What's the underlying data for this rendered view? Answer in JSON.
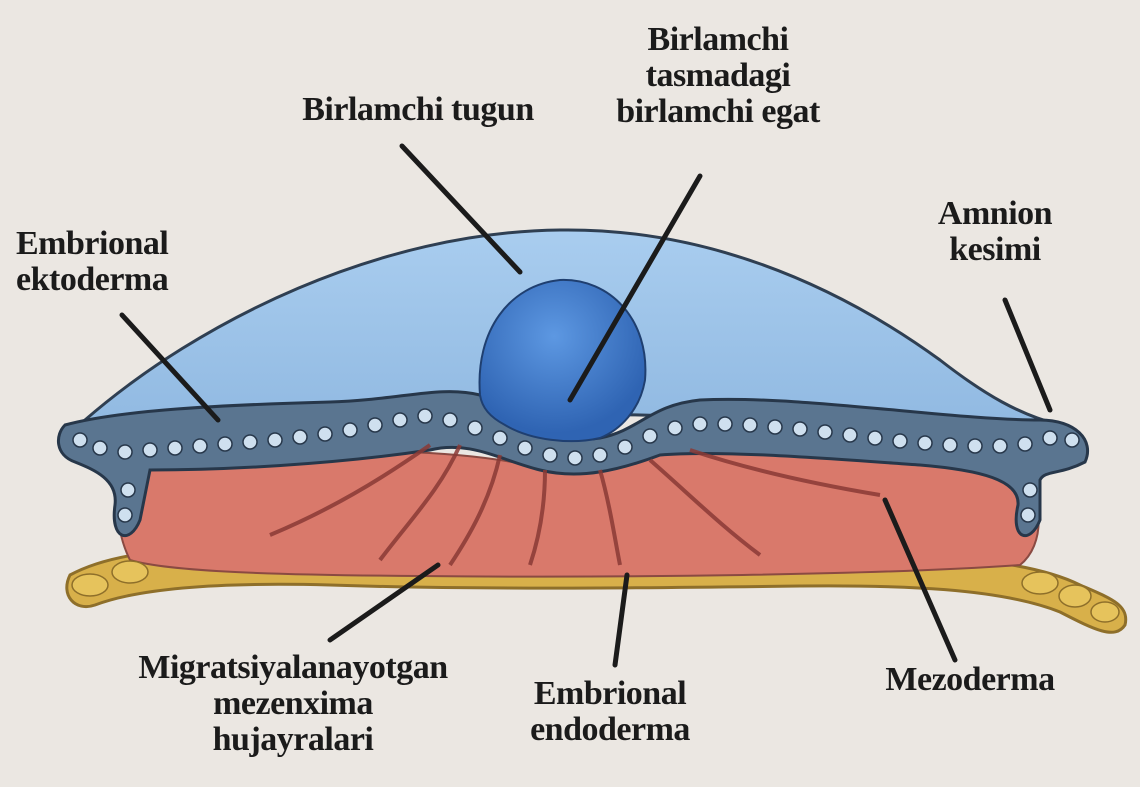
{
  "labels": {
    "primitive_node": [
      "Birlamchi tugun"
    ],
    "primitive_groove": [
      "Birlamchi",
      "tasmadagi",
      "birlamchi egat"
    ],
    "embryonic_ectoderm": [
      "Embrional",
      "ektoderma"
    ],
    "amnion_cut": [
      "Amnion",
      "kesimi"
    ],
    "migrating_mesenchyme": [
      "Migratsiyalanayotgan",
      "mezenxima",
      "hujayralari"
    ],
    "embryonic_endoderm": [
      "Embrional",
      "endoderma"
    ],
    "mesoderm": [
      "Mezoderma"
    ]
  },
  "colors": {
    "background": "#ebe7e2",
    "amnion_cavity": "#9cc3e8",
    "primitive_node": "#3f7fd0",
    "ectoderm_cells": "#4e6a86",
    "mesoderm": "#d9796b",
    "endoderm": "#d8b04a",
    "leader_lines": "#1b1b1b"
  }
}
